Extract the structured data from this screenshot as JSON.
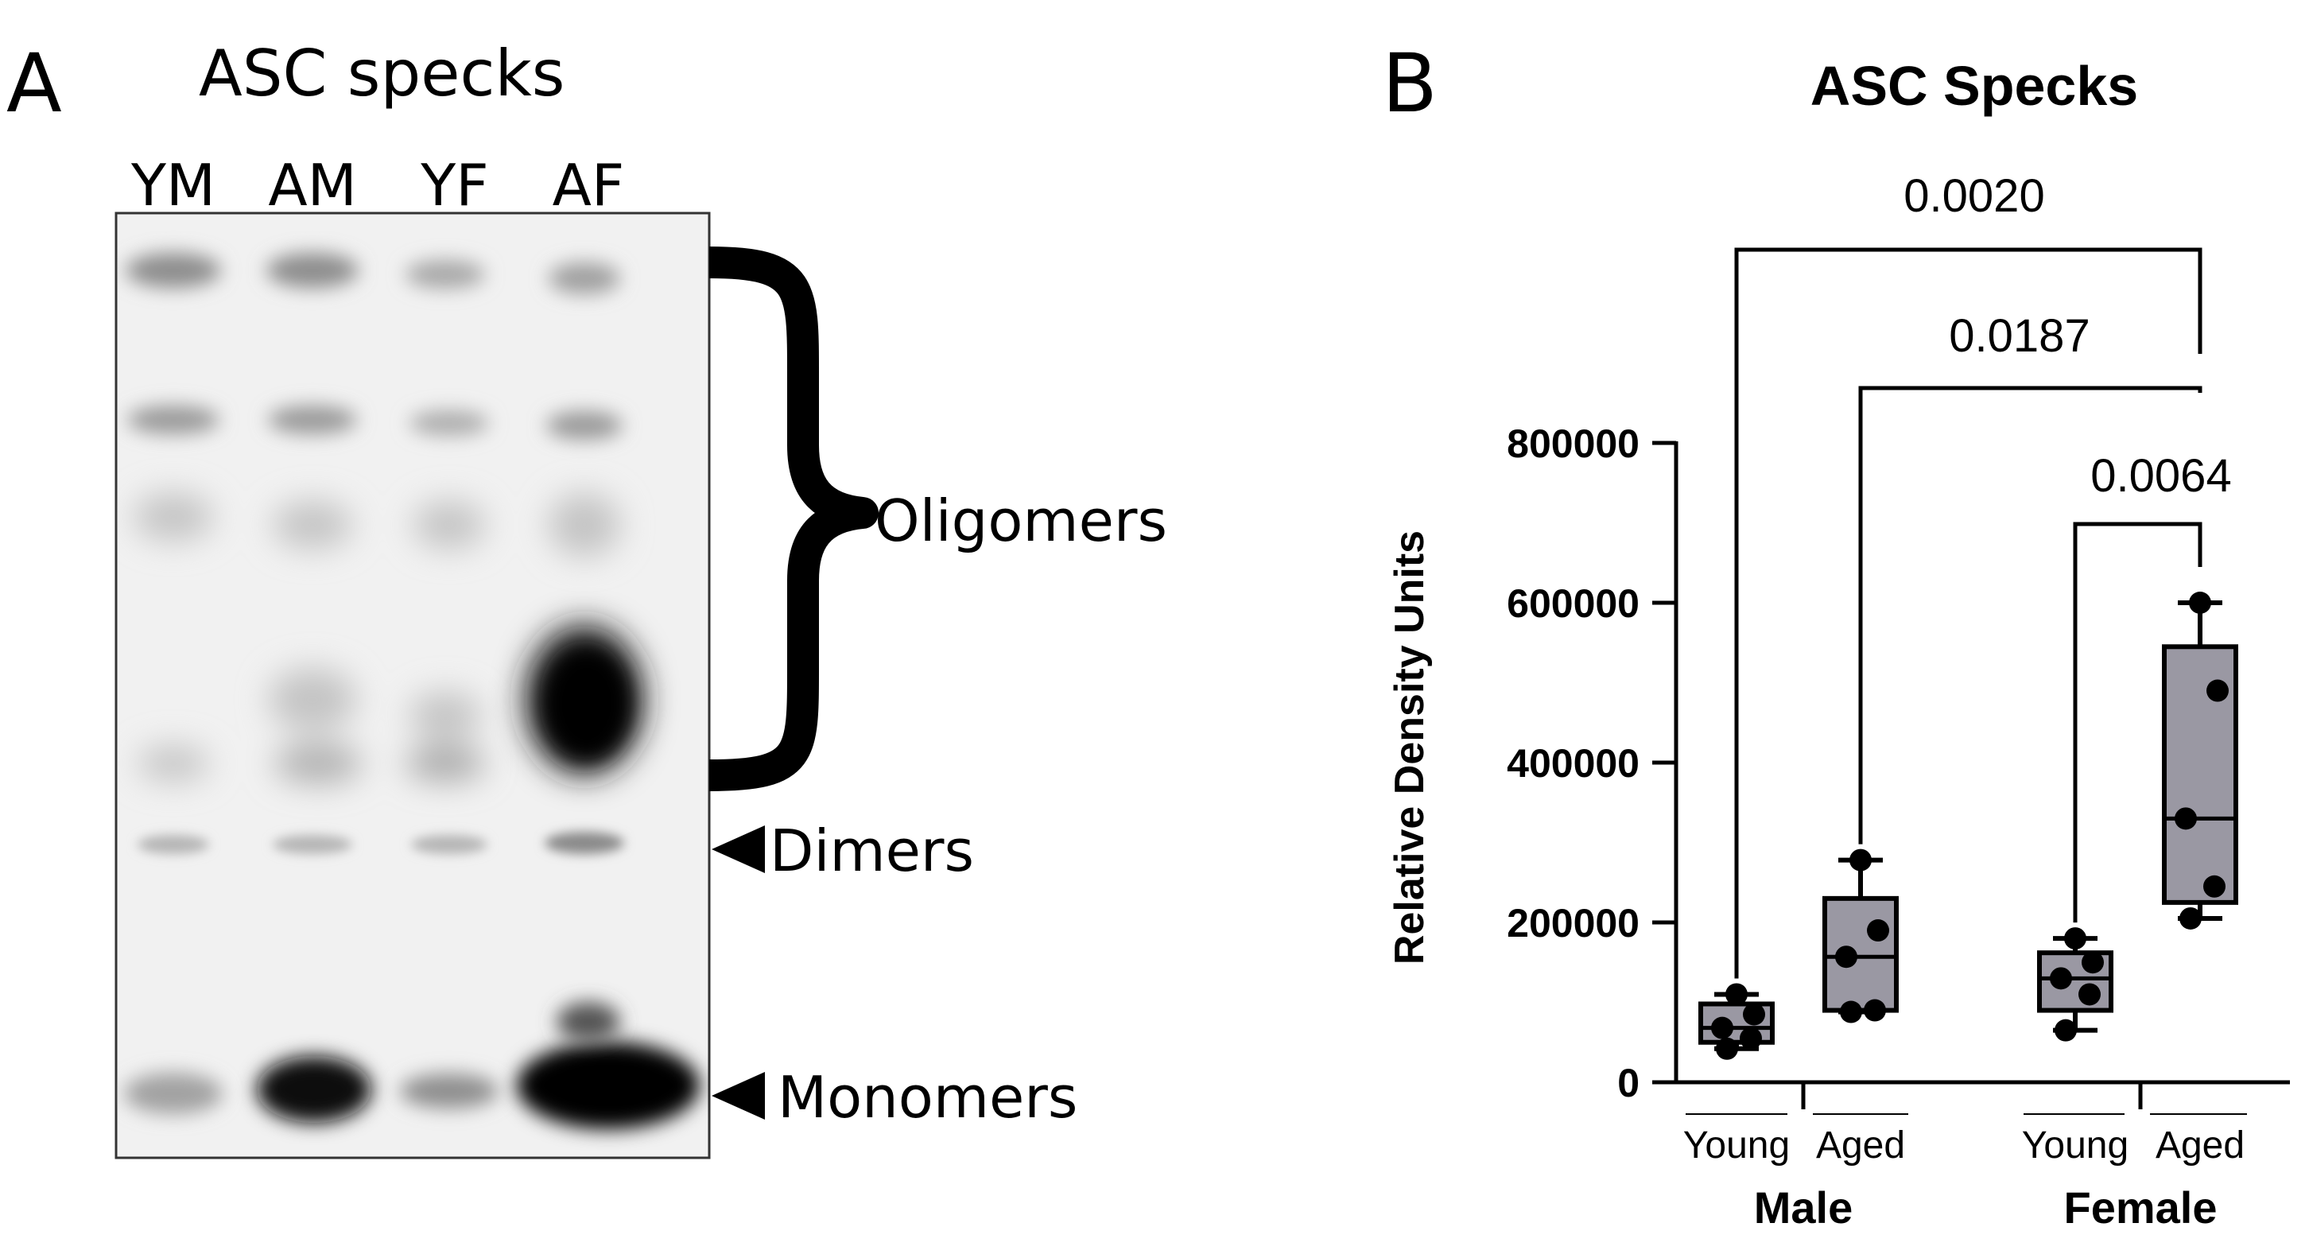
{
  "panel_a": {
    "letter": "A",
    "title": "ASC specks",
    "lanes": [
      "YM",
      "AM",
      "YF",
      "AF"
    ],
    "band_labels": {
      "oligomers": "Oligomers",
      "dimers": "Dimers",
      "monomers": "Monomers"
    }
  },
  "panel_b": {
    "letter": "B",
    "chart_data": {
      "type": "box",
      "title": "ASC Specks",
      "ylabel": "Relative Density Units",
      "xlabel": "",
      "ylim": [
        0,
        800000
      ],
      "yticks": [
        0,
        200000,
        400000,
        600000,
        800000
      ],
      "ytick_labels": [
        "0",
        "200000",
        "400000",
        "600000",
        "800000"
      ],
      "groups": [
        {
          "name": "Male",
          "categories": [
            "Young",
            "Aged"
          ]
        },
        {
          "name": "Female",
          "categories": [
            "Young",
            "Aged"
          ]
        }
      ],
      "boxes": [
        {
          "group": "Male",
          "category": "Young",
          "whisker_min": 42000,
          "q1": 50000,
          "median": 68000,
          "q3": 98000,
          "whisker_max": 110000,
          "points": [
            42000,
            55000,
            68000,
            85000,
            110000
          ]
        },
        {
          "group": "Male",
          "category": "Aged",
          "whisker_min": 88000,
          "q1": 90000,
          "median": 157000,
          "q3": 230000,
          "whisker_max": 278000,
          "points": [
            88000,
            90000,
            157000,
            190000,
            278000
          ]
        },
        {
          "group": "Female",
          "category": "Young",
          "whisker_min": 65000,
          "q1": 90000,
          "median": 130000,
          "q3": 162000,
          "whisker_max": 180000,
          "points": [
            65000,
            110000,
            130000,
            150000,
            180000
          ]
        },
        {
          "group": "Female",
          "category": "Aged",
          "whisker_min": 205000,
          "q1": 225000,
          "median": 330000,
          "q3": 545000,
          "whisker_max": 600000,
          "points": [
            205000,
            245000,
            330000,
            490000,
            600000
          ]
        }
      ],
      "comparisons": [
        {
          "from": "Male Young",
          "to": "Female Aged",
          "p_value": "0.0020"
        },
        {
          "from": "Male Aged",
          "to": "Female Aged",
          "p_value": "0.0187"
        },
        {
          "from": "Female Young",
          "to": "Female Aged",
          "p_value": "0.0064"
        }
      ],
      "box_fill": "#9a98a3"
    }
  }
}
